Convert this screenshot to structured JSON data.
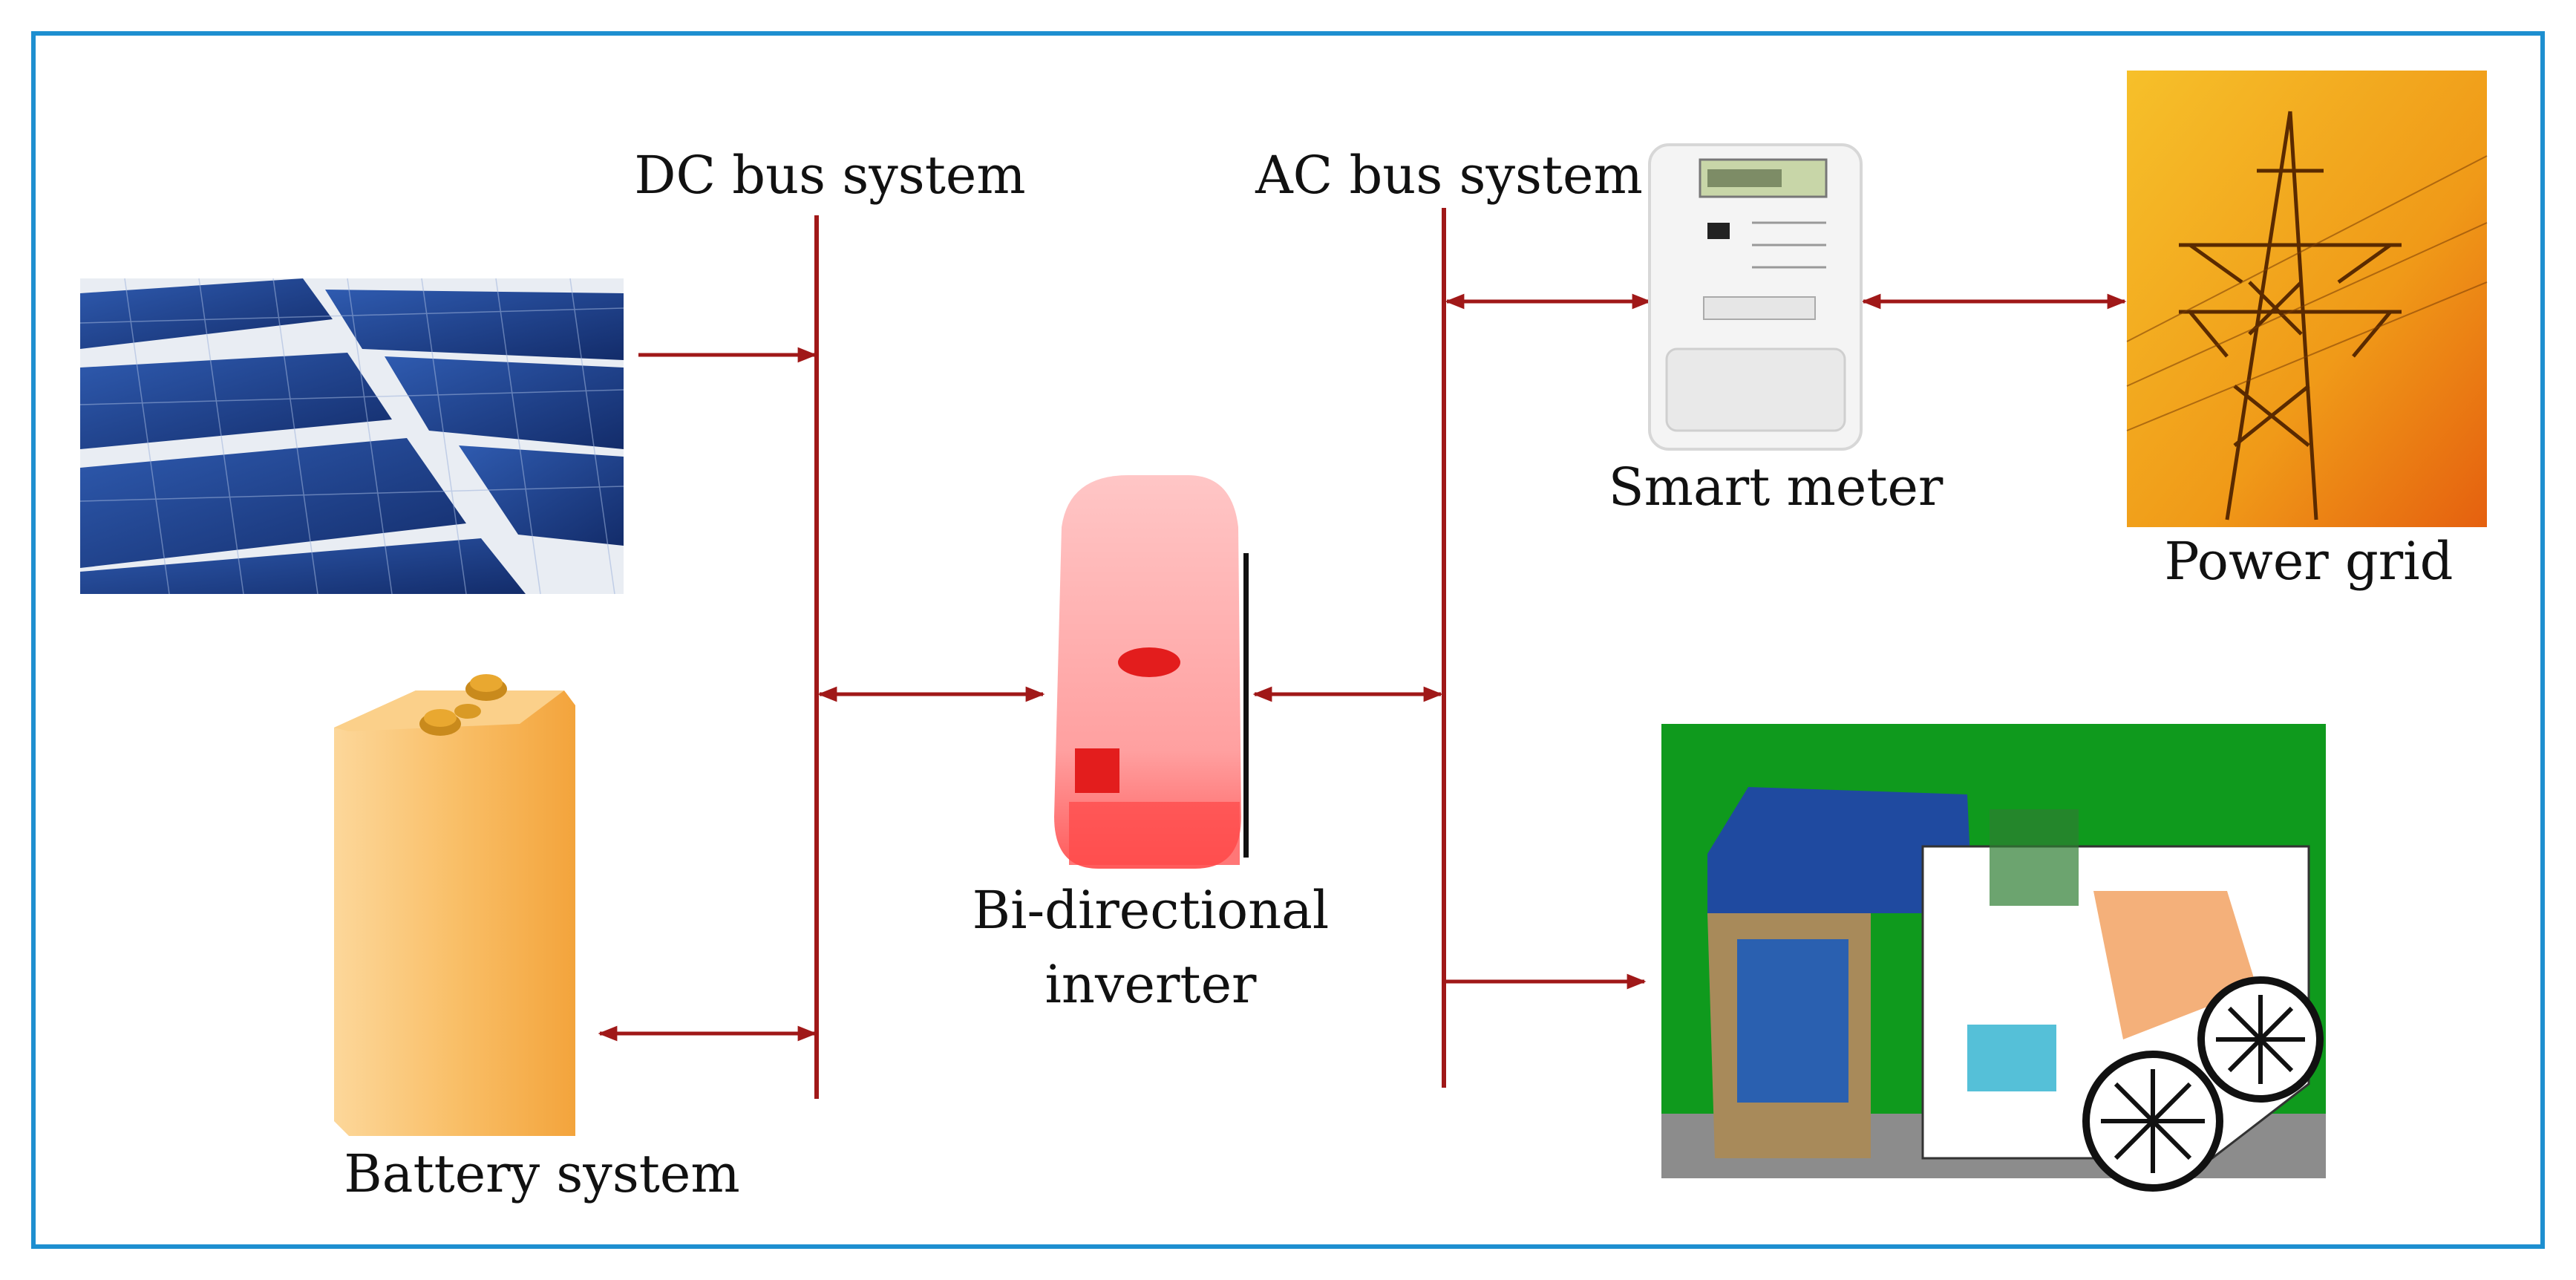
{
  "labels": {
    "dc_bus": "DC bus system",
    "ac_bus": "AC bus system",
    "smart_meter": "Smart meter",
    "power_grid": "Power grid",
    "inverter_line1": "Bi-directional",
    "inverter_line2": "inverter",
    "battery": "Battery system"
  },
  "colors": {
    "frame": "#1e8fd0",
    "line": "#a01818",
    "panel_blue": "#1f3f8f",
    "battery_orange": "#f7b04a",
    "inverter_pink": "#ff9a9a",
    "grid_orange": "#f2a21a",
    "house_green": "#0f9a1d"
  },
  "icons": [
    "solar-panel-icon",
    "battery-icon",
    "inverter-icon",
    "smart-meter-icon",
    "power-tower-icon",
    "house-load-icon"
  ]
}
